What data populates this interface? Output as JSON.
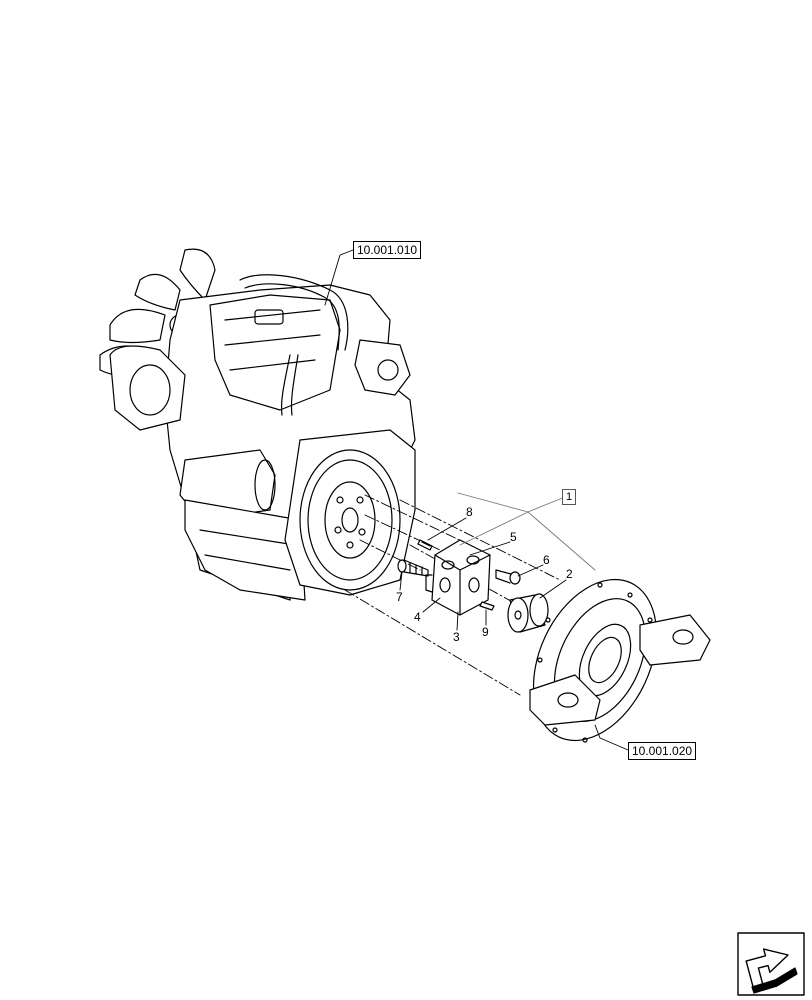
{
  "references": {
    "engine": "10.001.010",
    "housing": "10.001.020"
  },
  "group_label": "1",
  "callouts": {
    "c2": "2",
    "c3": "3",
    "c4": "4",
    "c5": "5",
    "c6": "6",
    "c7": "7",
    "c8": "8",
    "c9": "9"
  },
  "nav_icon": "return-arrow-icon"
}
